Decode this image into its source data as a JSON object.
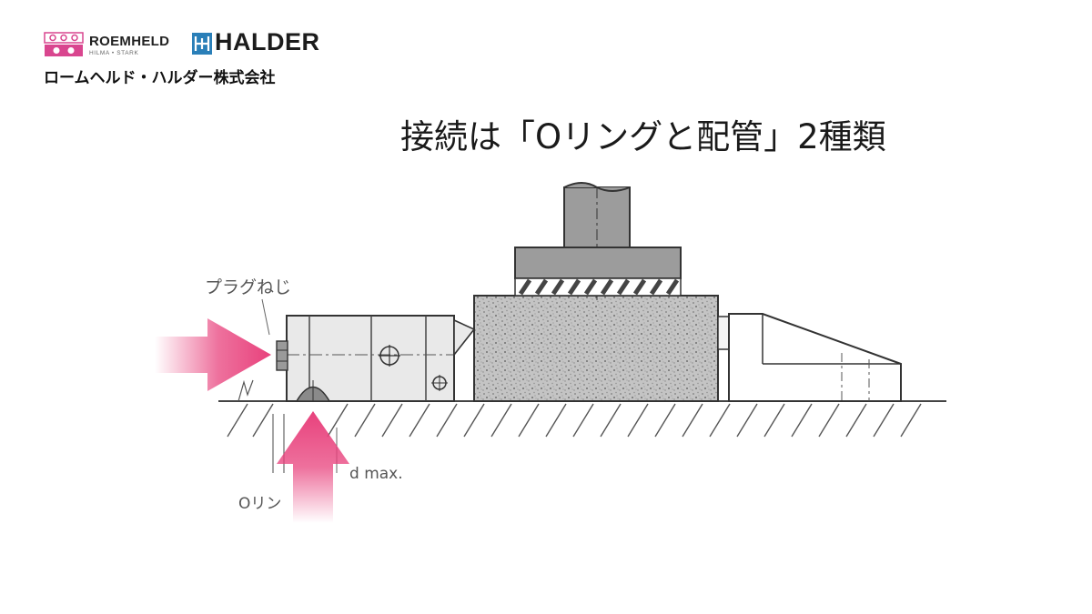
{
  "header": {
    "brand_left": "ROEMHELD",
    "brand_left_sub": "HILMA • STARK",
    "brand_right": "HALDER",
    "company_name": "ロームヘルド・ハルダー株式会社"
  },
  "slide": {
    "title": "接続は「Oリングと配管」2種類"
  },
  "diagram": {
    "labels": {
      "plug_screw": "プラグねじ",
      "d_max": "d max.",
      "o_ring": "Oリン"
    },
    "arrow_color": "#e8417c",
    "workpiece_color": "#b8b8b8"
  },
  "colors": {
    "logo_pink": "#d9468f",
    "logo_blue": "#2a7fb8",
    "line": "#444444"
  }
}
